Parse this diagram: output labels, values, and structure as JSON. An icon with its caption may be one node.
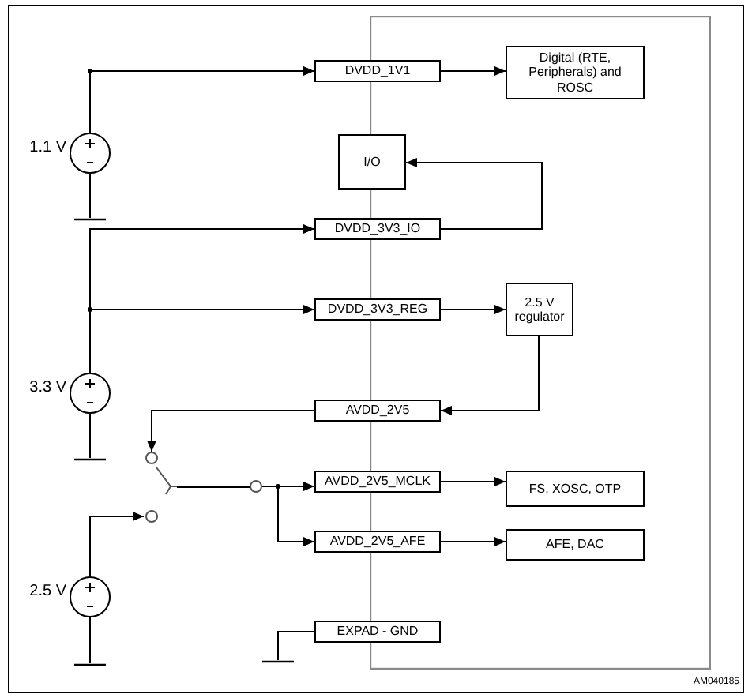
{
  "diagram": {
    "nodes": [
      {
        "text": [],
        "shape": "box"
      },
      {
        "text": [
          "DVDD_1V1"
        ]
      },
      {
        "text": [
          "Digital (RTE, Peripherals) and ROSC"
        ],
        "in": 0
      },
      {
        "text": [
          "I/O"
        ],
        "in": 0
      },
      {
        "text": [
          "DVDD_3V3_IO"
        ]
      },
      {
        "text": [
          "DVDD_3V3_REG"
        ]
      },
      {
        "text": [
          "2.5 V regulator"
        ],
        "in": 0
      },
      {
        "text": [
          "AVDD_2V5"
        ]
      },
      {
        "text": [
          "AVDD_2V5_MCLK"
        ]
      },
      {
        "text": [
          "FS, XOSC, OTP"
        ],
        "in": 0
      },
      {
        "text": [
          "AVDD_2V5_AFE"
        ]
      },
      {
        "text": [
          "AFE, DAC"
        ],
        "in": 0
      },
      {
        "text": [
          "EXPAD - GND"
        ]
      },
      {
        "text": [],
        "shape": "circle",
        "beside": [
          "1.1 V"
        ]
      },
      {
        "text": [],
        "shape": "circle",
        "beside": [
          "3.3 V"
        ]
      },
      {
        "text": [],
        "shape": "circle",
        "beside": [
          "2.5 V"
        ]
      },
      {
        "text": [],
        "shape": "switch"
      },
      {
        "text": [],
        "shape": "circle"
      },
      {
        "text": [],
        "shape": "ground"
      },
      {
        "text": [],
        "shape": "ground"
      },
      {
        "text": [],
        "shape": "ground"
      },
      {
        "text": [],
        "shape": "ground"
      }
    ],
    "edges": [
      {
        "from": 13,
        "to": 1,
        "arrow": "to"
      },
      {
        "from": 1,
        "to": 2,
        "arrow": "to"
      },
      {
        "from": 4,
        "to": 3,
        "arrow": "to"
      },
      {
        "from": 14,
        "to": 4,
        "arrow": "to"
      },
      {
        "from": 14,
        "to": 5,
        "arrow": "to"
      },
      {
        "from": 5,
        "to": 6,
        "arrow": "to"
      },
      {
        "from": 6,
        "to": 7,
        "arrow": "to"
      },
      {
        "from": 7,
        "to": 16,
        "arrow": "to"
      },
      {
        "from": 15,
        "to": 16,
        "arrow": "to"
      },
      {
        "from": 16,
        "to": 17,
        "arrow": "none"
      },
      {
        "from": 17,
        "to": 8,
        "arrow": "to"
      },
      {
        "from": 17,
        "to": 10,
        "arrow": "to"
      },
      {
        "from": 8,
        "to": 9,
        "arrow": "to"
      },
      {
        "from": 10,
        "to": 11,
        "arrow": "to"
      },
      {
        "from": 12,
        "to": 21,
        "arrow": "none"
      },
      {
        "from": 13,
        "to": 18,
        "arrow": "none"
      },
      {
        "from": 14,
        "to": 19,
        "arrow": "none"
      },
      {
        "from": 15,
        "to": 20,
        "arrow": "none"
      }
    ],
    "labels": [
      "AM040185"
    ]
  }
}
